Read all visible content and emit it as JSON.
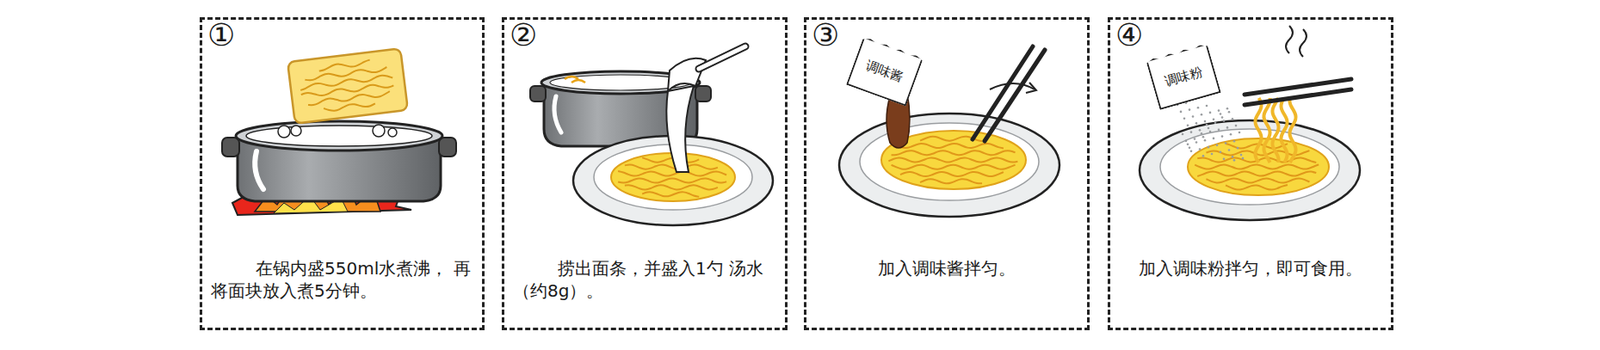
{
  "diagram": {
    "nodes": [
      {
        "text": [
          "①",
          "在锅内盛550ml水煮沸， 再将面块放入煮5分钟。"
        ]
      },
      {
        "text": [
          "②",
          "捞出面条，并盛入1勺 汤水（约8g）。"
        ]
      },
      {
        "text": [
          "③",
          "加入调味酱拌匀。"
        ]
      },
      {
        "text": [
          "调味酱"
        ],
        "in": 2
      },
      {
        "text": [
          "④",
          "加入调味粉拌匀，即可食用。"
        ]
      },
      {
        "text": [
          "调味粉"
        ],
        "in": 4
      }
    ]
  }
}
